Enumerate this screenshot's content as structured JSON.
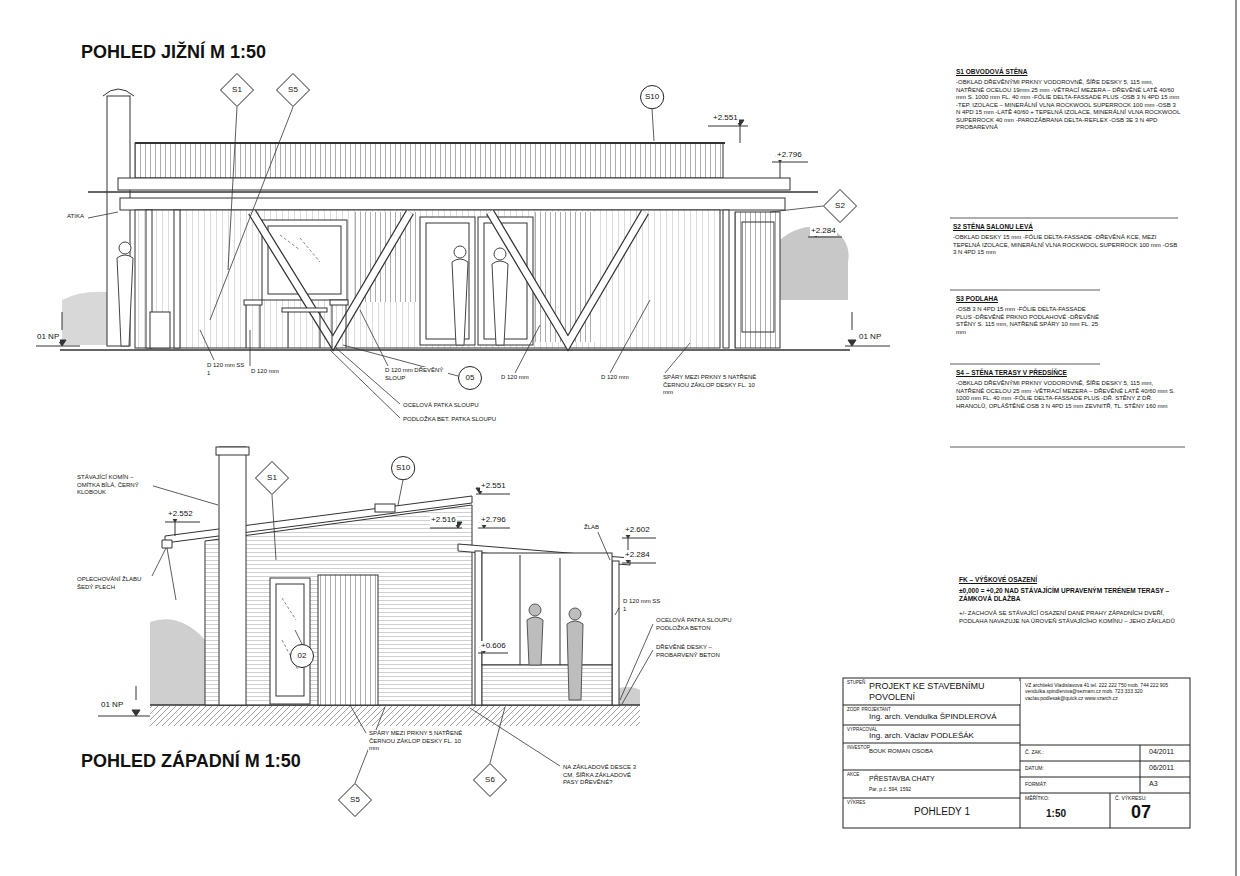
{
  "diagram": {
    "nodes": [
      {
        "text": [
          "S1"
        ]
      },
      {
        "text": [
          "S5"
        ]
      },
      {
        "text": [
          "S10"
        ]
      },
      {
        "text": [
          "S2"
        ]
      },
      {
        "text": [
          "05"
        ]
      },
      {
        "text": [
          "S1"
        ]
      },
      {
        "text": [
          "S10"
        ]
      },
      {
        "text": [
          "02"
        ]
      },
      {
        "text": [
          "S5"
        ]
      },
      {
        "text": [
          "S6"
        ]
      }
    ],
    "labels": [
      "POHLED JIŽNÍ M 1:50",
      "+2.551",
      "+2.796",
      "+2.284",
      "ATIKA",
      "01 NP",
      "01 NP",
      "D 120 mm SS 1",
      "D 120 mm",
      "D 120 mm DŘEVĚNÝ SLOUP",
      "OCELOVÁ PATKA SLOUPU",
      "PODLOŽKA BET. PATKA SLOUPU",
      "D 120 mm",
      "D 120 mm",
      "SPÁRY MEZI PRKNY 5 NATŘENÉ ČERNOU ZÁKLOP DESKY FL. 10 mm",
      "STÁVAJÍCÍ KOMÍN – OMÍTKA BÍLÁ, ČERNÝ KLOBOUK",
      "+2.552",
      "OPLECHOVÁNÍ ŽLABU ŠEDÝ PLECH",
      "+2.551",
      "+2.516",
      "+2.796",
      "ŽLAB",
      "+2.602",
      "+2.284",
      "D 120 mm SS 1",
      "+0.606",
      "OCELOVÁ PATKA SLOUPU PODLOŽKA BETON",
      "DŘEVĚNÉ DESKY – PROBARVENÝ BETON",
      "01 NP",
      "SPÁRY MEZI PRKNY 5 NATŘENÉ ČERNOU ZÁKLOP DESKY FL. 10 mm",
      "NA ZÁKLADOVÉ DESCE 3 CM, ŠÍŘKA ZÁKLADOVÉ PASY DŘEVĚNÉ?",
      "POHLED ZÁPADNÍ M 1:50",
      "S1 OBVODOVÁ STĚNA",
      "-OBKLAD DŘEVĚNÝMI PRKNY VODOROVNĚ, ŠÍŘE DESKY 5, 115 mm, NATŘENÉ OCELOU 19mm 25 mm -VĚTRACÍ MEZERA – DŘEVĚNÉ LATĚ 40/60 mm S. 1000 mm FL. 40 mm -FÓLIE DELTA-FASSADE PLUS -OSB 3 N 4PD 15 mm -TEP. IZOLACE – MINERÁLNÍ VLNA ROCKWOOL SUPERROCK 100 mm -OSB 3 N 4PD 15 mm -LATĚ 40/60 + TEPELNÁ IZOLACE, MINERÁLNÍ VLNA ROCKWOOL SUPERROCK 40 mm -PAROZÁBRANA DELTA-REFLEX -OSB 3E 3 N 4PD PROBAREVNÁ",
      "S2 STĚNA SALONU LEVÁ",
      "-OBKLAD DESKY 15 mm -FÓLIE DELTA-FASSADE -DŘEVĚNÁ KCE, MEZI TEPELNÁ IZOLACE, MINERÁLNÍ VLNA ROCKWOOL SUPERROCK 100 mm -OSB 3 N 4PD 15 mm",
      "S3 PODLAHA",
      "-OSB 3 N 4PD 15 mm -FÓLIE DELTA-FASSADE PLUS -DŘEVĚNÉ PRKNO PODLAHOVÉ -DŘEVĚNÉ STĚNY S. 115 mm, NATŘENÉ SPÁRY 10 mm FL. 25 mm",
      "S4 – STĚNA TERASY V PŘEDSÍŇCE",
      "-OBKLAD DŘEVĚNÝMI PRKNY VODOROVNĚ, ŠÍŘE DESKY 5, 115 mm, NATŘENÉ OCELOU 25 mm -VĚTRACÍ MEZERA – DŘEVĚNÉ LATĚ 40/60 mm S. 1000 mm FL. 40 mm -FÓLIE DELTA-FASSADE PLUS -DŘ. STĚNY Z DŘ. HRANOLŮ, OPLÁŠTĚNÉ OSB 3 N 4PD 15 mm ZEVNITŘ, TL. STĚNY 160 mm",
      "FK – VÝŠKOVÉ OSAZENÍ",
      "±0,000 = +0,20 NAD STÁVAJÍCÍM UPRAVENÝM TERÉNEM TERASY – ZÁMKOVÁ DLAŽBA",
      "+/- ZACHOVÁ SE STÁVAJÍCÍ OSAZENÍ DANÉ PRAHY ZÁPADNÍCH DVEŘÍ, PODLAHA NAVAZUJE NA ÚROVEŇ STÁVAJÍCÍHO KOMÍNU – JEHO ZÁKLADŮ",
      "STUPEŇ",
      "PROJEKT KE STAVEBNÍMU POVOLENÍ",
      "ZODP. PROJEKTANT",
      "Ing. arch. Vendulka ŠPINDLEROVÁ",
      "VYPRACOVAL",
      "Ing. arch. Václav PODLEŠÁK",
      "INVESTOR",
      "BOUK ROMAN OSOBA",
      "AKCE",
      "PŘESTAVBA CHATY",
      "Par. p.č. 594, 1592",
      "VÝKRES",
      "POHLEDY 1",
      "VZ architekti Vladislavova 41 tel. 222 222 750 mob. 744 222 905 vendulka.spindlerova@seznam.cz mob. 723 333 320 vaclav.podlesak@quick.cz www.vzarch.cz",
      "Č. ZAK.:",
      "DATUM:",
      "FORMÁT:",
      "MĚŘÍTKO:",
      "1:50",
      "Č. VÝKRESU:",
      "07",
      "04/2011",
      "06/2011",
      "A3"
    ]
  }
}
